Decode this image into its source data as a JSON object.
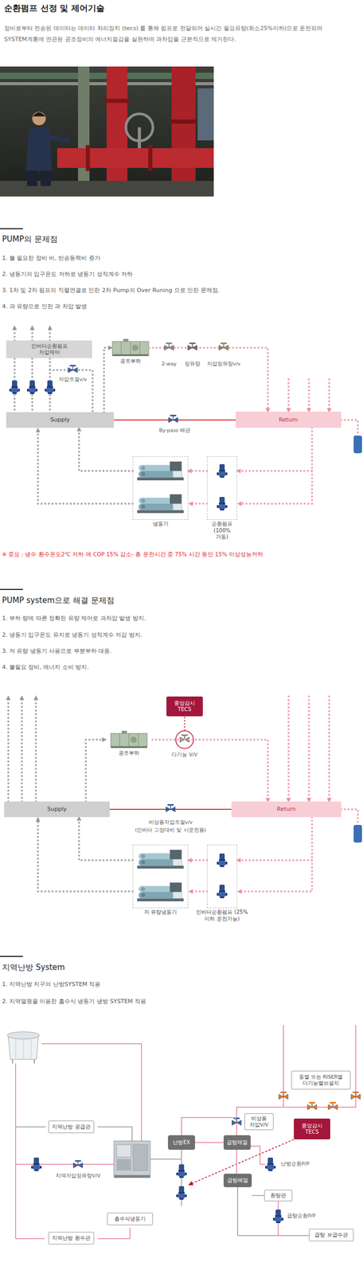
{
  "diagram": {
    "title": "순환펌프 선정 및 제어기술",
    "nodes": [
      {
        "text": [
          "인버터순환펌프 차압제어"
        ]
      },
      {
        "text": [
          "공조부하"
        ]
      },
      {
        "text": [
          "Supply"
        ]
      },
      {
        "text": [
          "Return"
        ]
      },
      {
        "text": [
          "냉동기"
        ]
      },
      {
        "text": [
          "순환펌프 (100%가동)"
        ]
      },
      {
        "text": [
          "중앙감시 TECS"
        ]
      },
      {
        "text": [
          "공조부하"
        ]
      },
      {
        "text": [
          "Supply"
        ]
      },
      {
        "text": [
          "Return"
        ]
      },
      {
        "text": [
          "저 유량냉동기"
        ]
      },
      {
        "text": [
          "인버터순환펌프 (25%이하 운전가능)"
        ]
      },
      {
        "text": [
          "동별 또는 RISER별 다기능밸브설치"
        ]
      },
      {
        "text": [
          "비상용 차압V/V"
        ]
      },
      {
        "text": [
          "중앙감시 TECS"
        ]
      },
      {
        "text": [
          "지역난방 공급관"
        ]
      },
      {
        "text": [
          "난방EX"
        ]
      },
      {
        "text": [
          "급탕재열"
        ]
      },
      {
        "text": [
          "급탕예열"
        ]
      },
      {
        "text": [
          "환탕관"
        ]
      },
      {
        "text": [
          "흡수식냉동기"
        ]
      },
      {
        "text": [
          "지역난방 환수관"
        ]
      },
      {
        "text": [
          "급탕 보급수관"
        ]
      }
    ],
    "edges": [
      {
        "from": 2,
        "to": 1,
        "arrow": "to"
      },
      {
        "from": 1,
        "to": 3,
        "arrow": "to"
      },
      {
        "from": 3,
        "to": 5,
        "arrow": "to"
      },
      {
        "from": 5,
        "to": 4,
        "arrow": "to"
      },
      {
        "from": 4,
        "to": 2,
        "arrow": "to"
      },
      {
        "from": 2,
        "to": 3,
        "label": "By-pass 배관",
        "arrow": "none"
      },
      {
        "from": 8,
        "to": 7,
        "arrow": "to"
      },
      {
        "from": 7,
        "to": 9,
        "arrow": "to"
      },
      {
        "from": 9,
        "to": 11,
        "arrow": "to"
      },
      {
        "from": 11,
        "to": 10,
        "arrow": "to"
      },
      {
        "from": 10,
        "to": 8,
        "arrow": "to"
      },
      {
        "from": 8,
        "to": 9,
        "arrow": "none"
      },
      {
        "from": 16,
        "to": 17,
        "arrow": "none"
      },
      {
        "from": 17,
        "to": 18,
        "arrow": "none"
      }
    ],
    "labels": [
      "장비로부터 전송된 데이터는 데이터 처리장치 (tecs) 를 통해 펌프로 전달되어 실시간 필요유량(최소25%이하)으로 운전되며 SYSTEM계통에 연관된 공조장비의 에너지절감을 실현하며 과차압을 근본적으로 제거한다.",
      "PUMP의 문제점",
      "1. 불 필요한 장비 비, 반송동력비 증가",
      "2. 냉동기의 입구온도 저하로 냉동기 성적계수 저하",
      "3. 1차 및 2차 펌프의 직렬연결로 인한 2차 Pump의 Over Runing 으로 인한 문제점.",
      "4. 과 유량으로 인한 과 차압 발생",
      "2-way",
      "정유량",
      "차압정유량v/v",
      "차압조절v/v",
      "※ 중요 : 냉수 환수온도2℃ 저하 에 COP 15% 감소- 총 운전시간 중 75% 시간 동안 15% 이상성능저하",
      "PUMP system으로 해결 문제점",
      "1. 부하 량에 따른 정확한 유량 제어로 과차압 발생 방지.",
      "2. 냉동기 입구온도 유지로 냉동기 성적계수 저감 방지.",
      "3. 저 유량 냉동기 사용으로 부분부하 대응.",
      "4. 불필요 장비, 에너지 소비 방지.",
      "다기능 V/V",
      "비상용차압조절v/v",
      "(인버터 고장대비 및 시운전용)",
      "지역난방 System",
      "1. 지역난방 지구의 난방SYSTEM 적용",
      "2. 지역열원을 이용한 흡수식 냉동기 냉방 SYSTEM 적용",
      "난방순환P/P",
      "지역차압정유량V/V",
      "급탕순환P/P"
    ]
  }
}
